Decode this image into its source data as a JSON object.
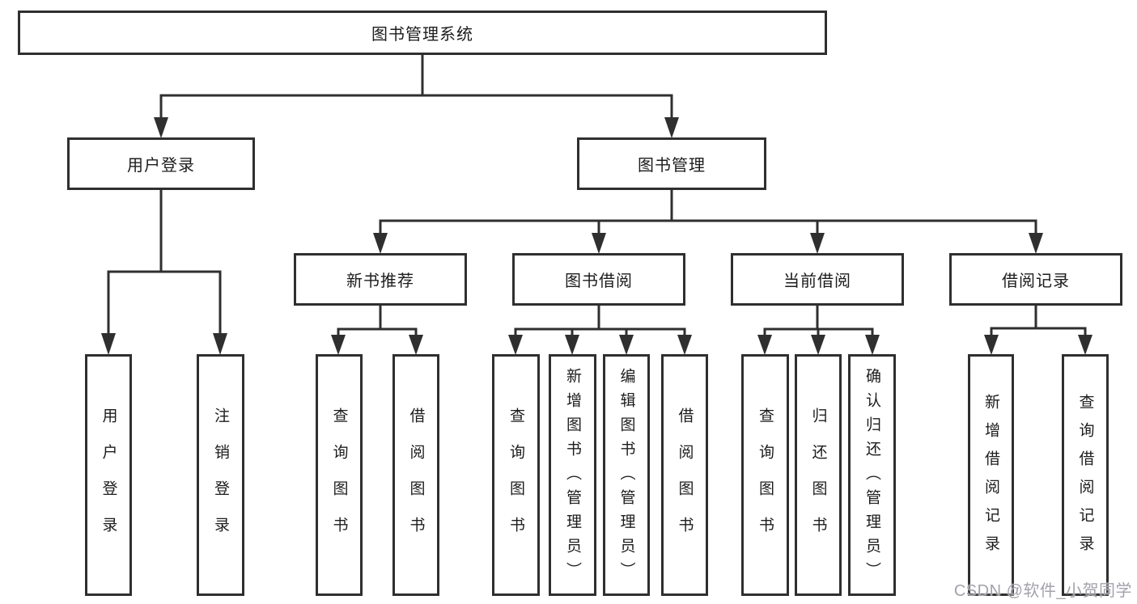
{
  "diagram": {
    "root": {
      "label": "图书管理系统"
    },
    "branches": [
      {
        "label": "用户登录",
        "children": [
          {
            "label": "用户登录"
          },
          {
            "label": "注销登录"
          }
        ]
      },
      {
        "label": "图书管理",
        "groups": [
          {
            "label": "新书推荐",
            "children": [
              {
                "label": "查询图书"
              },
              {
                "label": "借阅图书"
              }
            ]
          },
          {
            "label": "图书借阅",
            "children": [
              {
                "label": "查询图书"
              },
              {
                "label": "新增图书（管理员）"
              },
              {
                "label": "编辑图书（管理员）"
              },
              {
                "label": "借阅图书"
              }
            ]
          },
          {
            "label": "当前借阅",
            "children": [
              {
                "label": "查询图书"
              },
              {
                "label": "归还图书"
              },
              {
                "label": "确认归还（管理员）"
              }
            ]
          },
          {
            "label": "借阅记录",
            "children": [
              {
                "label": "新增借阅记录"
              },
              {
                "label": "查询借阅记录"
              }
            ]
          }
        ]
      }
    ]
  },
  "watermark": {
    "text": "CSDN @软件_小贺同学"
  },
  "colors": {
    "line": "#2f2f2f",
    "text": "#1c1c1c",
    "box_background": "#ffffff",
    "background": "#ffffff",
    "watermark": "#a2a2ab"
  }
}
